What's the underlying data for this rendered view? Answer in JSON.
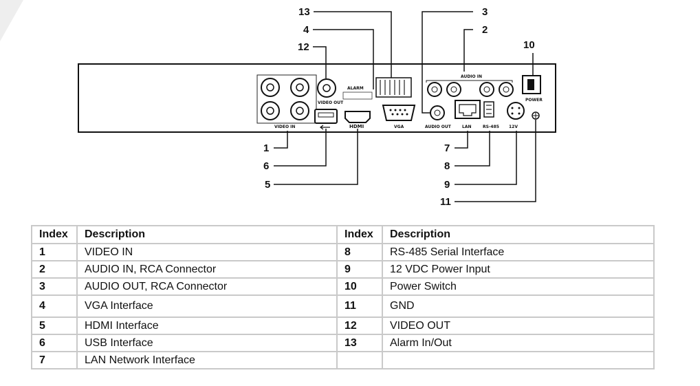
{
  "callouts": [
    "1",
    "2",
    "3",
    "4",
    "5",
    "6",
    "7",
    "8",
    "9",
    "10",
    "11",
    "12",
    "13"
  ],
  "panel_labels": {
    "video_in": "VIDEO IN",
    "video_out": "VIDEO OUT",
    "alarm": "ALARM",
    "audio_in": "AUDIO IN",
    "audio_out": "AUDIO OUT",
    "vga": "VGA",
    "lan": "LAN",
    "rs485": "RS-485",
    "power": "POWER",
    "v12": "12V",
    "hdmi": "HDMI"
  },
  "table": {
    "headers": [
      "Index",
      "Description",
      "Index",
      "Description"
    ],
    "rows": [
      {
        "i1": "1",
        "d1": "VIDEO IN",
        "i2": "8",
        "d2": "RS-485 Serial Interface"
      },
      {
        "i1": "2",
        "d1": "AUDIO IN, RCA Connector",
        "i2": "9",
        "d2": "12 VDC Power Input"
      },
      {
        "i1": "3",
        "d1": "AUDIO OUT, RCA Connector",
        "i2": "10",
        "d2": "Power Switch"
      },
      {
        "i1": "4",
        "d1": "VGA Interface",
        "i2": "11",
        "d2": "GND"
      },
      {
        "i1": "5",
        "d1": "HDMI Interface",
        "i2": "12",
        "d2": "VIDEO OUT"
      },
      {
        "i1": "6",
        "d1": "USB Interface",
        "i2": "13",
        "d2": "Alarm In/Out"
      },
      {
        "i1": "7",
        "d1": "LAN Network Interface",
        "i2": "",
        "d2": ""
      }
    ]
  }
}
